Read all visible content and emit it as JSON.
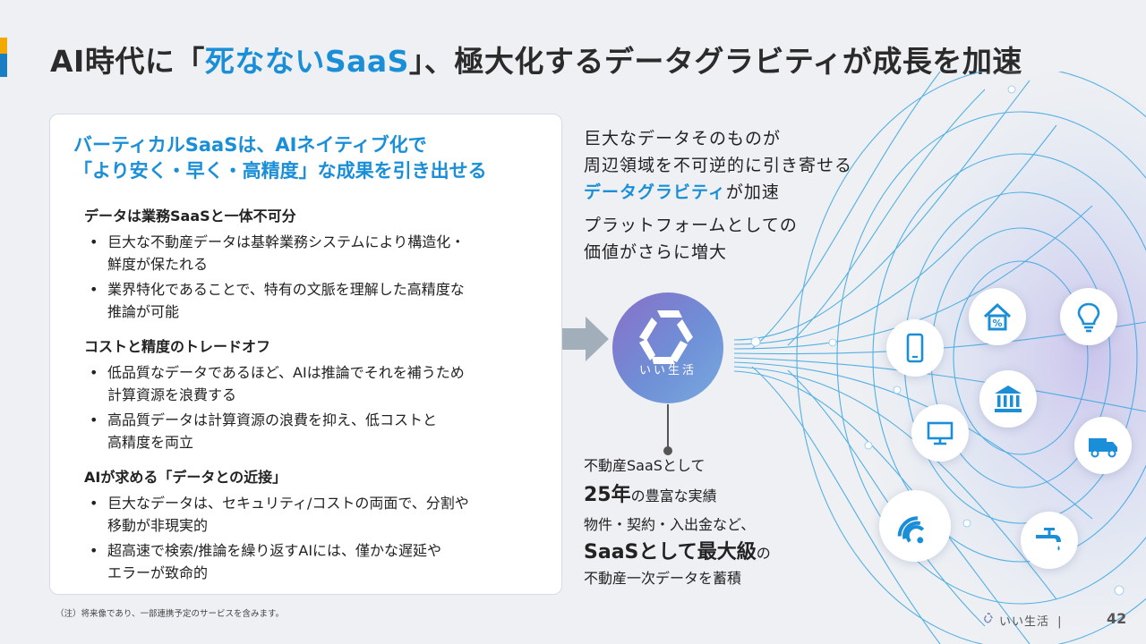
{
  "title": {
    "prefix": "AI時代に「",
    "highlight": "死なないSaaS",
    "suffix": "」、極大化するデータグラビティが成長を加速"
  },
  "card": {
    "heading_line1": "バーティカルSaaSは、AIネイティブ化で",
    "heading_line2": "「より安く・早く・高精度」な成果を引き出せる",
    "sections": [
      {
        "title": "データは業務SaaSと一体不可分",
        "bullets": [
          {
            "line1": "巨大な不動産データは基幹業務システムにより構造化・",
            "line2": "鮮度が保たれる"
          },
          {
            "line1": "業界特化であることで、特有の文脈を理解した高精度な",
            "line2": "推論が可能"
          }
        ]
      },
      {
        "title": "コストと精度のトレードオフ",
        "bullets": [
          {
            "line1": "低品質なデータであるほど、AIは推論でそれを補うため",
            "line2": "計算資源を浪費する"
          },
          {
            "line1": "高品質データは計算資源の浪費を抑え、低コストと",
            "line2": "高精度を両立"
          }
        ]
      },
      {
        "title": "AIが求める「データとの近接」",
        "bullets": [
          {
            "line1": "巨大なデータは、セキュリティ/コストの両面で、分割や",
            "line2": "移動が非現実的"
          },
          {
            "line1": "超高速で検索/推論を繰り返すAIには、僅かな遅延や",
            "line2": "エラーが致命的"
          }
        ]
      }
    ]
  },
  "footnote": "（注）将来像であり、一部連携予定のサービスを含みます。",
  "right": {
    "line1": "巨大なデータそのものが",
    "line2": "周辺領域を不可逆的に引き寄せる",
    "line3_hl": "データグラビティ",
    "line3_rest": "が加速",
    "line4": "プラットフォームとしての",
    "line5": "価値がさらに増大"
  },
  "logo": {
    "name": "いい生活"
  },
  "bottom": {
    "line1": "不動産SaaSとして",
    "years_big": "25年",
    "years_rest": "の豊富な実績",
    "line3": "物件・契約・入出金など、",
    "line4_big": "SaaSとして最大級",
    "line4_rest": "の",
    "line5": "不動産一次データを蓄積"
  },
  "icons": [
    "house-percent-icon",
    "lightbulb-icon",
    "smartphone-icon",
    "bank-icon",
    "monitor-icon",
    "truck-icon",
    "wifi-icon",
    "faucet-icon"
  ],
  "footer": {
    "brand": "いい生活",
    "separator": "|",
    "page": "42"
  },
  "colors": {
    "accent_blue": "#1a8fd8",
    "accent_yellow": "#f2a900",
    "bg": "#eef0f3"
  }
}
